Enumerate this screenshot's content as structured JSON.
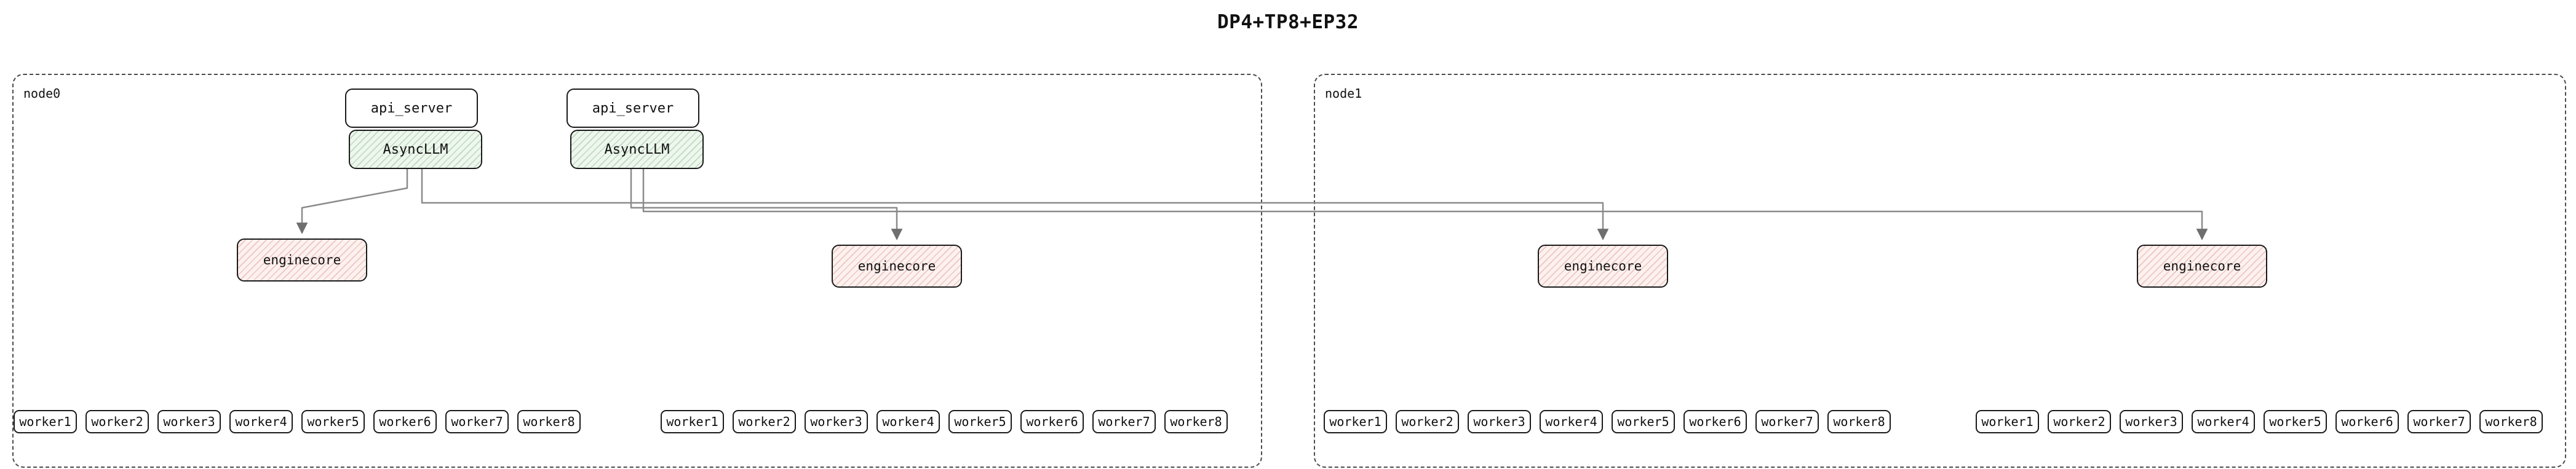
{
  "title": "DP4+TP8+EP32",
  "colors": {
    "asyncllm_fill": "#eef7ee",
    "asyncllm_hatch": "#6ea56e",
    "enginecore_fill": "#fdf1ef",
    "enginecore_hatch": "#cd7d70",
    "edge": "#8b8b8b",
    "border": "#1a1a1a"
  },
  "node0": {
    "label": "node0",
    "pairs": [
      {
        "api_server": "api_server",
        "asyncllm": "AsyncLLM"
      },
      {
        "api_server": "api_server",
        "asyncllm": "AsyncLLM"
      }
    ],
    "enginecores": [
      "enginecore",
      "enginecore"
    ],
    "worker_groups": [
      [
        "worker1",
        "worker2",
        "worker3",
        "worker4",
        "worker5",
        "worker6",
        "worker7",
        "worker8"
      ],
      [
        "worker1",
        "worker2",
        "worker3",
        "worker4",
        "worker5",
        "worker6",
        "worker7",
        "worker8"
      ]
    ]
  },
  "node1": {
    "label": "node1",
    "enginecores": [
      "enginecore",
      "enginecore"
    ],
    "worker_groups": [
      [
        "worker1",
        "worker2",
        "worker3",
        "worker4",
        "worker5",
        "worker6",
        "worker7",
        "worker8"
      ],
      [
        "worker1",
        "worker2",
        "worker3",
        "worker4",
        "worker5",
        "worker6",
        "worker7",
        "worker8"
      ]
    ]
  }
}
